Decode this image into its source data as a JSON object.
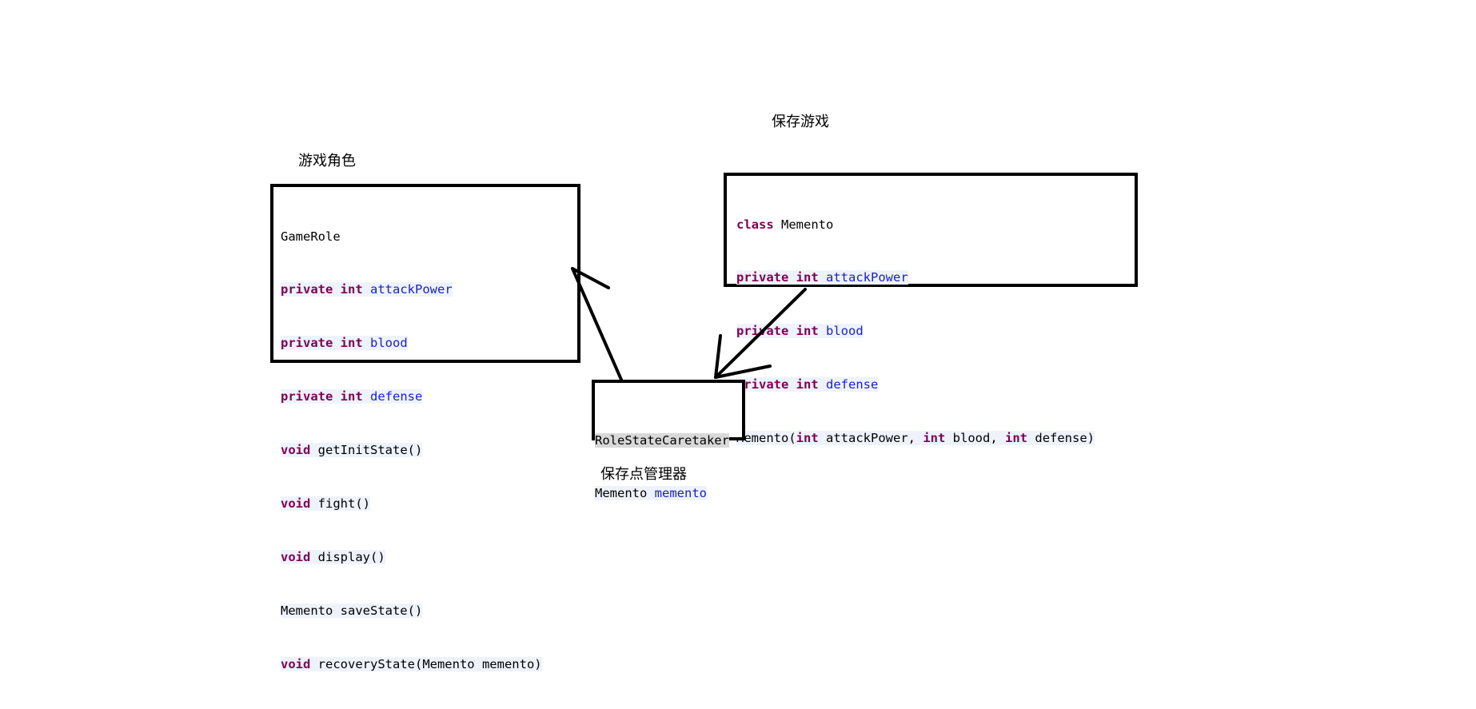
{
  "captions": {
    "save_game": "保存游戏",
    "game_role": "游戏角色",
    "caretaker": "保存点管理器"
  },
  "game_role": {
    "class_name": "GameRole",
    "members": [
      {
        "kw": "private int",
        "rest": "attackPower"
      },
      {
        "kw": "private int",
        "rest": "blood"
      },
      {
        "kw": "private int",
        "rest": "defense"
      },
      {
        "kw": "void",
        "rest": "getInitState()"
      },
      {
        "kw": "void",
        "rest": "fight()"
      },
      {
        "kw": "void",
        "rest": "display()"
      },
      {
        "kw": "",
        "rest": "Memento saveState()"
      },
      {
        "kw": "void",
        "rest": "recoveryState(Memento memento)"
      }
    ]
  },
  "memento": {
    "class_kw": "class",
    "class_name": "Memento",
    "fields": [
      {
        "kw": "private int",
        "name": "attackPower"
      },
      {
        "kw": "private int",
        "name": "blood"
      },
      {
        "kw": "private int",
        "name": "defense"
      }
    ],
    "ctor": {
      "name": "Memento(",
      "kw1": "int",
      "p1": "attackPower,",
      "kw2": "int",
      "p2": "blood,",
      "kw3": "int",
      "p3": "defense)"
    }
  },
  "caretaker": {
    "class_name": "RoleStateCaretaker",
    "field_type": "Memento",
    "field_name": "memento"
  },
  "colors": {
    "keyword": "#7f0055",
    "field": "#1c20c4",
    "highlight": "#eef3fb",
    "selection": "#d9d9d9"
  }
}
